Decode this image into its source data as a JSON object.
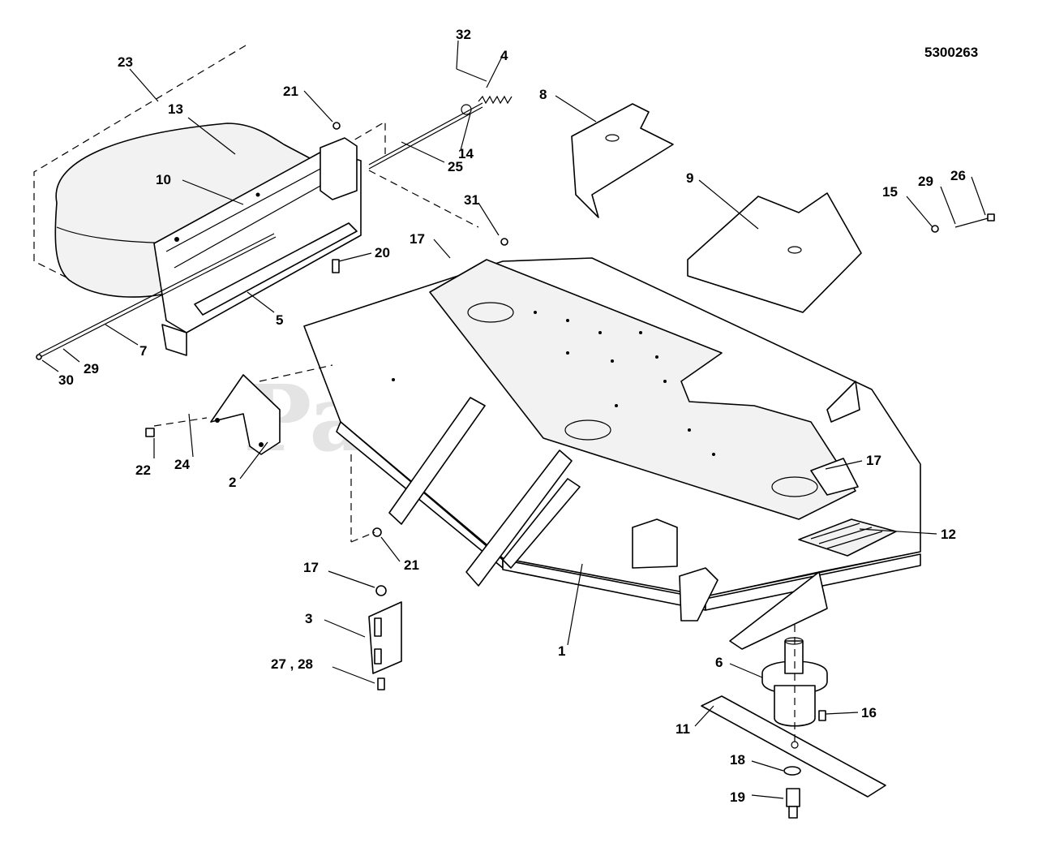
{
  "diagram_id": "5300263",
  "watermark": "PartsTree",
  "trademark": "™",
  "callouts": {
    "c1": "1",
    "c2": "2",
    "c3": "3",
    "c4": "4",
    "c5": "5",
    "c6": "6",
    "c7": "7",
    "c8": "8",
    "c9": "9",
    "c10": "10",
    "c11": "11",
    "c12": "12",
    "c13": "13",
    "c14": "14",
    "c15": "15",
    "c16": "16",
    "c17a": "17",
    "c17b": "17",
    "c17c": "17",
    "c18": "18",
    "c19": "19",
    "c20": "20",
    "c21a": "21",
    "c21b": "21",
    "c22": "22",
    "c23": "23",
    "c24": "24",
    "c25": "25",
    "c26": "26",
    "c2728": "27 , 28",
    "c29a": "29",
    "c29b": "29",
    "c30": "30",
    "c31": "31",
    "c32": "32"
  }
}
